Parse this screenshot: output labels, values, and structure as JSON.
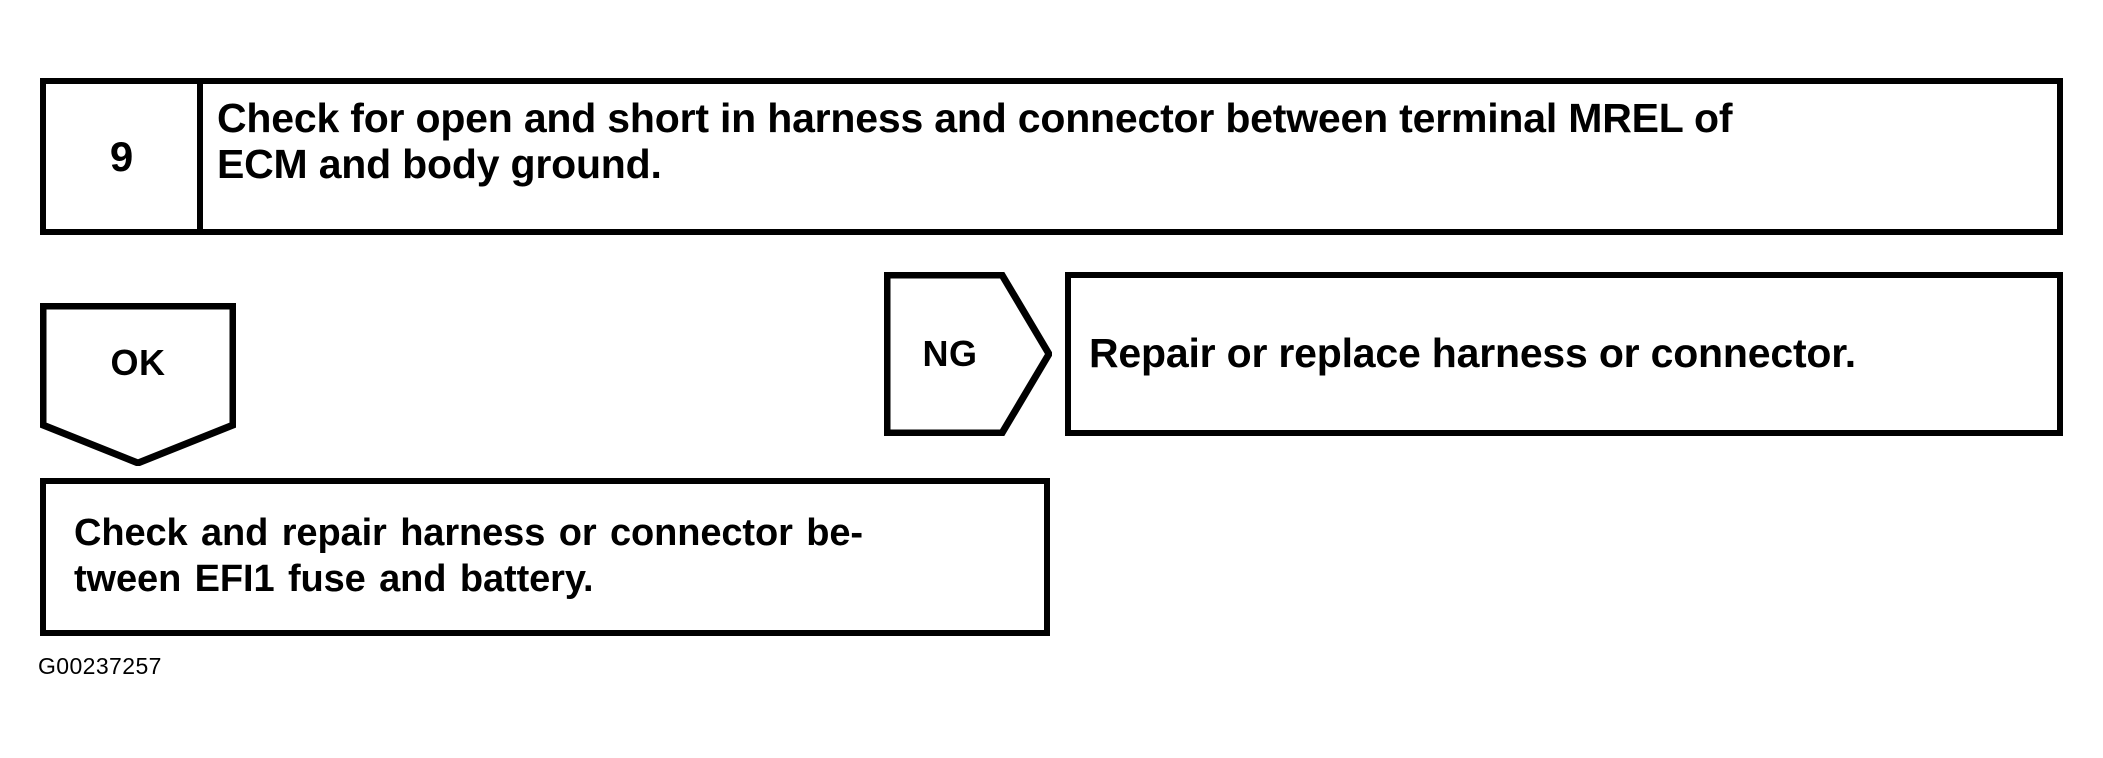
{
  "figure": {
    "id_label": "G00237257",
    "background_color": "#ffffff",
    "line_color": "#000000"
  },
  "step": {
    "number": "9",
    "instruction": "Check for open and short in harness and connector between terminal MREL of\nECM and body ground."
  },
  "branches": {
    "ok": {
      "label": "OK",
      "direction": "down",
      "result_text": "Check and repair harness or connector be-\ntween EFI1 fuse and battery."
    },
    "ng": {
      "label": "NG",
      "direction": "right",
      "result_text": "Repair or replace harness or connector."
    }
  }
}
